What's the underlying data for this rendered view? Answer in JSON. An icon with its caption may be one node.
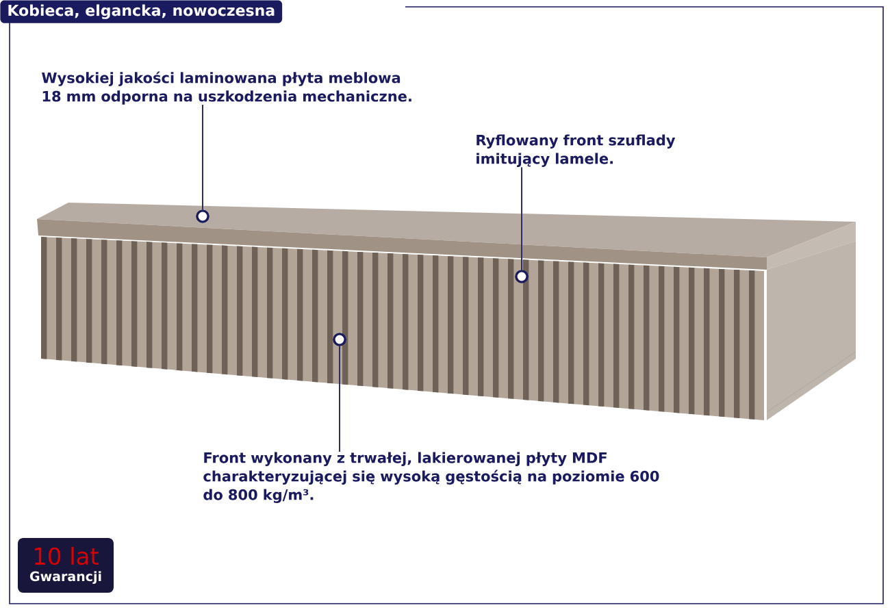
{
  "diagram": {
    "title": "Kobieca, elgancka, nowoczesna",
    "nodes": [
      {
        "text": [
          "Wysokiej jakości laminowana płyta meblowa 18 mm odporna na uszkodzenia mechaniczne."
        ]
      },
      {
        "text": [
          "Ryflowany front szuflady imitujący lamele."
        ]
      },
      {
        "text": [
          "Front wykonany z trwałej, lakierowanej płyty MDF charakteryzującej się wysoką gęstością na poziomie 600 do 800 kg/m³."
        ]
      },
      {
        "text": [],
        "shape": "circle"
      },
      {
        "text": [],
        "shape": "circle"
      },
      {
        "text": [],
        "shape": "circle"
      },
      {
        "text": [
          "10 lat",
          "Gwarancji"
        ]
      }
    ],
    "edges": [
      {
        "from": 0,
        "to": 3,
        "arrow": "none"
      },
      {
        "from": 1,
        "to": 4,
        "arrow": "none"
      },
      {
        "from": 2,
        "to": 5,
        "arrow": "none"
      }
    ]
  }
}
